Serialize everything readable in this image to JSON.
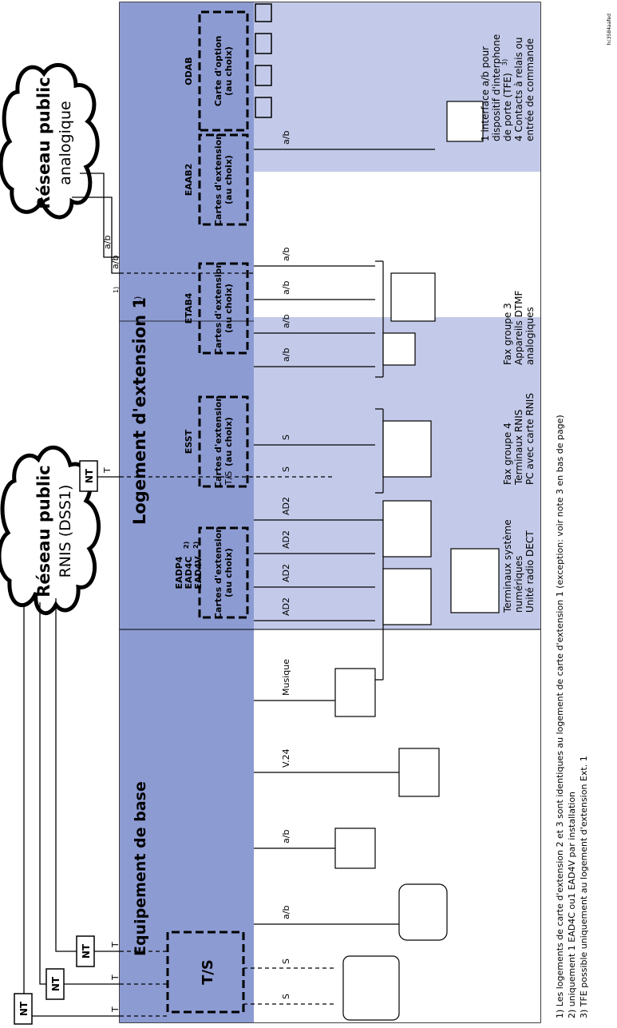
{
  "clouds": {
    "isdn": {
      "title": "Réseau public",
      "subtitle": "RNIS (DSS1)"
    },
    "analog": {
      "title": "Réseau public",
      "subtitle": "analogique"
    }
  },
  "nt_label": "NT",
  "t_label": "T",
  "ts_label": "T/S",
  "s_label": "S",
  "ab_label": "a/b",
  "v24_label": "V.24",
  "musique_label": "Musique",
  "ad2_label": "AD2",
  "base_title": "Equipement de base",
  "ext_title": "Logement d'extension 1",
  "ext_title_sup": "1)",
  "ab_sup": "1)",
  "modules": {
    "eadp": {
      "name1": "EADP4",
      "name2": "EAD4C",
      "sup2": "2)",
      "name3": "EAD4V",
      "sup3": "2)",
      "card1": "Cartes d'extension",
      "card2": "(au choix)"
    },
    "esst": {
      "name": "ESST",
      "card1": "Cartes d'extension",
      "card2": "(au choix)"
    },
    "etab": {
      "name": "ETAB4",
      "card1": "Cartes d'extension",
      "card2": "(au choix)"
    },
    "eaab": {
      "name": "EAAB2",
      "card1": "Cartes d'extension",
      "card2": "(au choix)"
    },
    "odab": {
      "name": "ODAB",
      "card1": "Carte d'option",
      "card2": "(au choix)"
    }
  },
  "captions": {
    "eadp": [
      "Terminaux système",
      "numériques",
      "Unité radio DECT"
    ],
    "esst": [
      "Fax groupe 4",
      "Terminaux RNIS",
      "PC avec carte RNIS"
    ],
    "etab": [
      "Fax groupe 3",
      "Appareils DTMF",
      "analogiques"
    ],
    "odab1": "1  interface a/b pour",
    "odab2": "dispositif d'interphone",
    "odab3": "de porte (TFE)",
    "odab3_sup": "3)",
    "odab4": "4  Contacts à relais ou",
    "odab5": "entrée de commande"
  },
  "footnotes": [
    "1) Les logements de carte d'extension 2 et 3 sont identiques au logement de carte d'extension  1 (exception: voir note 3 en bas de page)",
    "2) uniquement 1 EAD4C ou1 EAD4V par installation",
    "3) TFE possible uniquement au logement d'extension Ext. 1"
  ],
  "watermark": "hc3584aafed",
  "colors": {
    "band": "#8c9bd2",
    "light": "#c3cae9",
    "line": "#000000"
  }
}
